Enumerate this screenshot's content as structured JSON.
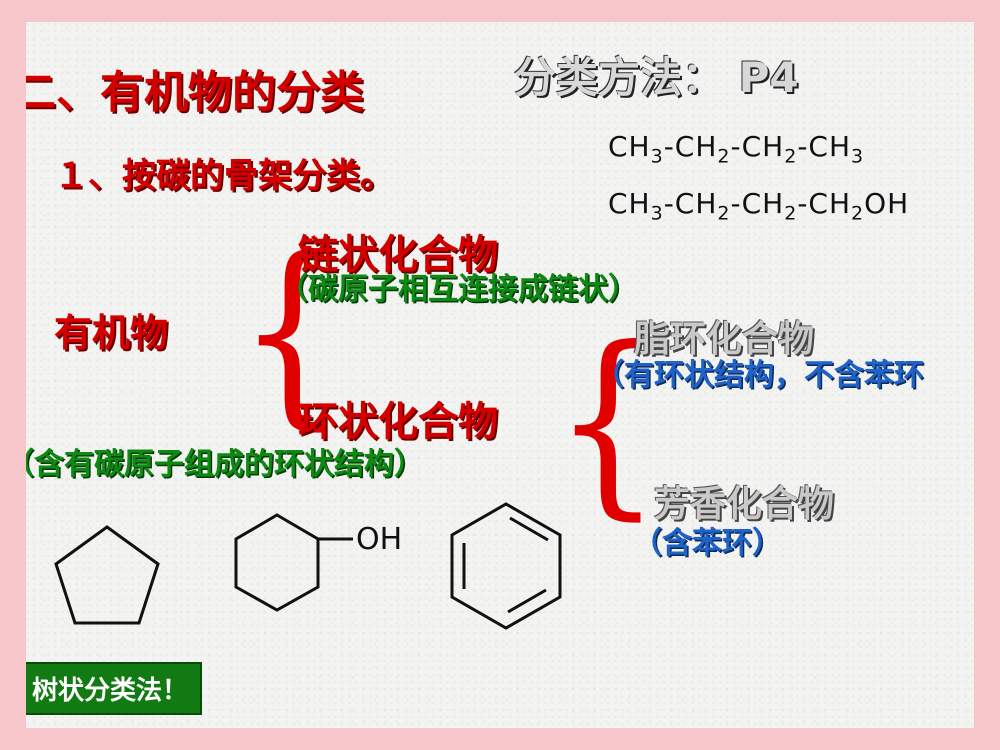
{
  "section_title": "二、有机物的分类",
  "method_label": "分类方法： P4",
  "subtitle": "１、按碳的骨架分类。",
  "formulas": {
    "line1": {
      "a": "CH",
      "a_sub": "3",
      "b": "-CH",
      "b_sub": "2",
      "c": "-CH",
      "c_sub": "2",
      "d": "-CH",
      "d_sub": "3"
    },
    "line2": {
      "a": "CH",
      "a_sub": "3",
      "b": "-CH",
      "b_sub": "2",
      "c": "-CH",
      "c_sub": "2",
      "d": "-CH",
      "d_sub": "2",
      "e": "OH"
    }
  },
  "root": "有机物",
  "chain": {
    "label": "链状化合物",
    "note": "（碳原子相互连接成链状）"
  },
  "ring": {
    "label": "环状化合物",
    "note": "（含有碳原子组成的环状结构）"
  },
  "alicyclic": {
    "label": "脂环化合物",
    "note": "（有环状结构，不含苯环"
  },
  "aromatic": {
    "label": "芳香化合物",
    "note": "（含苯环）"
  },
  "hydroxyl_label": "OH",
  "method_badge": "树状分类法！",
  "colors": {
    "accent_red": "#d40000",
    "green": "#0c8a12",
    "blue": "#1f63c8",
    "border_pink": "#f6c6cb"
  }
}
